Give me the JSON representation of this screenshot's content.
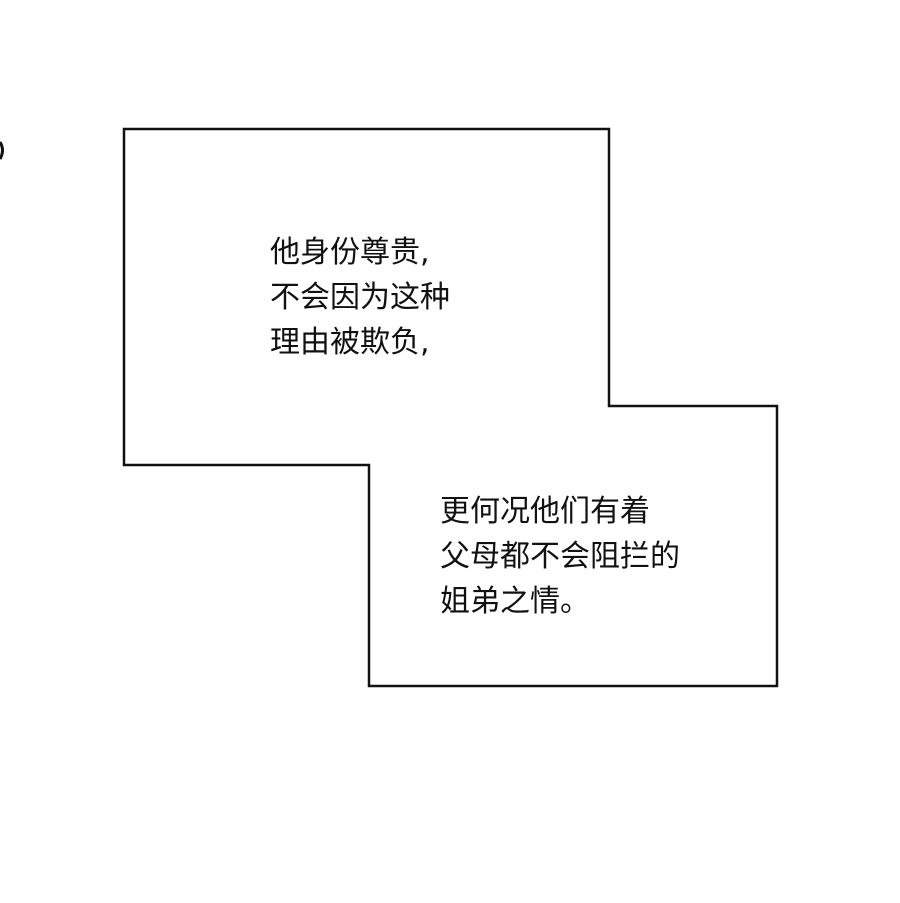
{
  "panel": {
    "bubble_1": {
      "lines": [
        "他身份尊贵,",
        "不会因为这种",
        "理由被欺负,"
      ]
    },
    "bubble_2": {
      "lines": [
        "更何况他们有着",
        "父母都不会阻拦的",
        "姐弟之情。"
      ]
    }
  }
}
